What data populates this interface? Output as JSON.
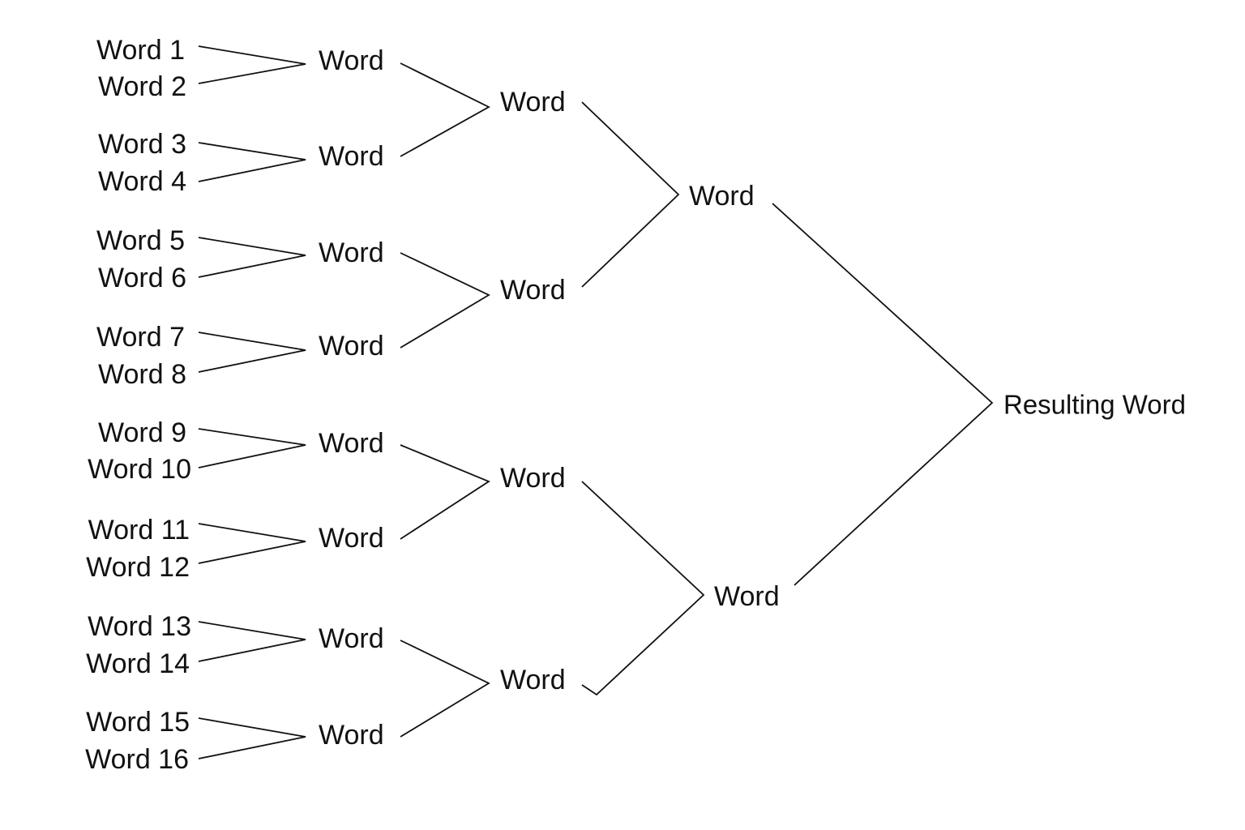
{
  "diagram": {
    "leaves": [
      "Word 1",
      "Word 2",
      "Word 3",
      "Word 4",
      "Word 5",
      "Word 6",
      "Word 7",
      "Word 8",
      "Word 9",
      "Word 10",
      "Word 11",
      "Word 12",
      "Word 13",
      "Word 14",
      "Word 15",
      "Word 16"
    ],
    "level1": [
      "Word",
      "Word",
      "Word",
      "Word",
      "Word",
      "Word",
      "Word",
      "Word"
    ],
    "level2": [
      "Word",
      "Word",
      "Word",
      "Word"
    ],
    "level3": [
      "Word",
      "Word"
    ],
    "result": "Resulting Word"
  }
}
